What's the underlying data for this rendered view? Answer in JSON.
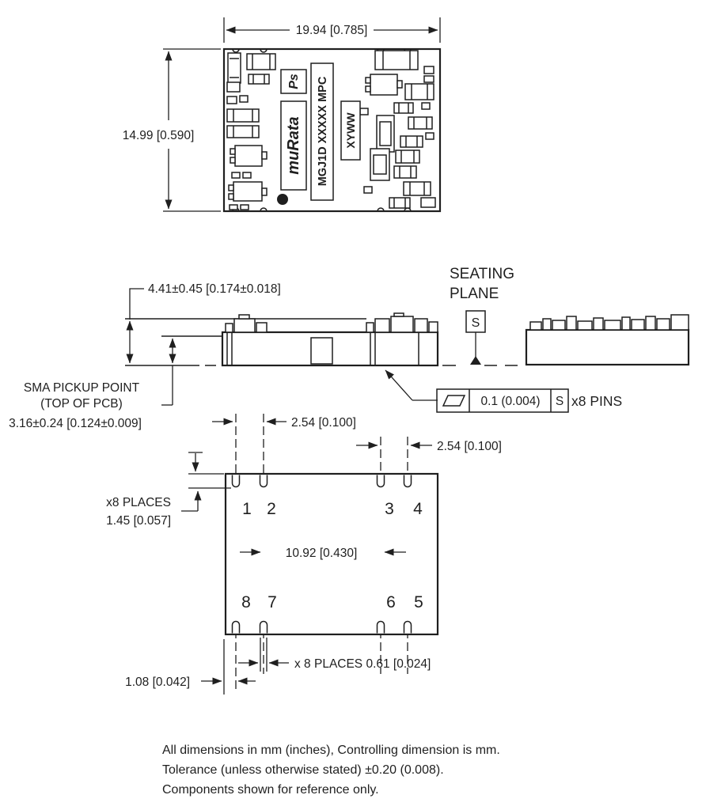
{
  "colors": {
    "ink": "#1f1f1f",
    "background": "#ffffff"
  },
  "top_view": {
    "width_dim": "19.94 [0.785]",
    "height_dim": "14.99 [0.590]",
    "silkscreen": {
      "brand": "muRata",
      "brand_mark": "Ps",
      "part_number": "MGJ1D XXXXX MPC",
      "date_code": "XYWW"
    }
  },
  "side_view": {
    "overall_height_dim": "4.41±0.45 [0.174±0.018]",
    "seating_plane_line1": "SEATING",
    "seating_plane_line2": "PLANE",
    "datum_label": "S",
    "sma_line1": "SMA PICKUP POINT",
    "sma_line2": "(TOP OF PCB)",
    "sma_height_dim": "3.16±0.24 [0.124±0.009]",
    "flatness_value": "0.1 (0.004)",
    "flatness_datum": "S",
    "flatness_suffix": "x8 PINS"
  },
  "bottom_view": {
    "pitch_left_dim": "2.54 [0.100]",
    "pitch_right_dim": "2.54 [0.100]",
    "row_span_dim": "10.92 [0.430]",
    "pin_length_line1": "x8 PLACES",
    "pin_length_line2": "1.45 [0.057]",
    "pin_width_dim": "x 8 PLACES 0.61 [0.024]",
    "edge_offset_dim": "1.08 [0.042]",
    "pin_labels": {
      "p1": "1",
      "p2": "2",
      "p3": "3",
      "p4": "4",
      "p5": "5",
      "p6": "6",
      "p7": "7",
      "p8": "8"
    }
  },
  "notes": {
    "line1": "All dimensions in mm (inches), Controlling dimension is mm.",
    "line2": "Tolerance (unless otherwise stated) ±0.20 (0.008).",
    "line3": "Components shown for reference only."
  }
}
